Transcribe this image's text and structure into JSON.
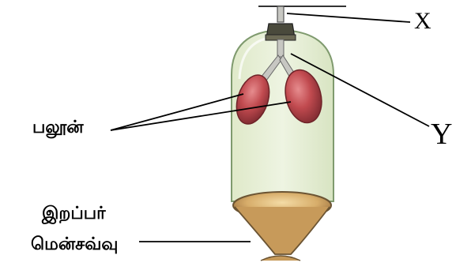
{
  "labels": {
    "x": "X",
    "y": "Y",
    "balloon": "பலூன்",
    "rubber_line1": "இறப்பர்",
    "rubber_line2": "மென்சவ்வு"
  },
  "colors": {
    "jar_fill": "#e4eed2",
    "jar_outline": "#7f9a6e",
    "balloon_fill": "#c14a4f",
    "balloon_outline": "#6e2328",
    "stopper": "#4a4a3c",
    "membrane": "#c79a5a",
    "tube": "#c7c7c2"
  }
}
